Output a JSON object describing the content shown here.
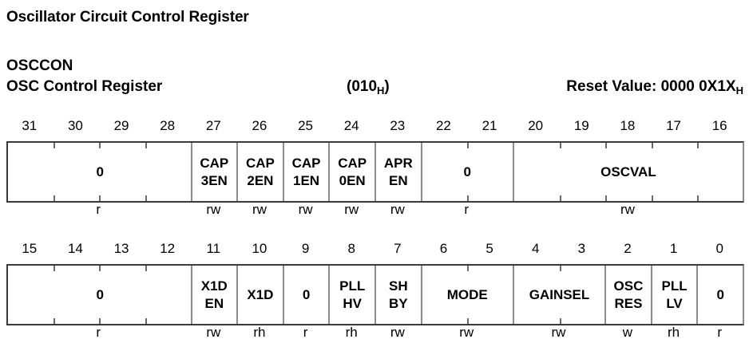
{
  "document": {
    "title": "Oscillator Circuit Control Register",
    "register_name": "OSCCON",
    "register_description": "OSC Control Register",
    "address_prefix": "(010",
    "address_subscript": "H",
    "address_suffix": ")",
    "reset_label": "Reset Value: 0000 0X1X",
    "reset_subscript": "H"
  },
  "upper_row": {
    "bits": [
      "31",
      "30",
      "29",
      "28",
      "27",
      "26",
      "25",
      "24",
      "23",
      "22",
      "21",
      "20",
      "19",
      "18",
      "17",
      "16"
    ],
    "fields": [
      {
        "msb": 31,
        "lsb": 28,
        "line1": "0",
        "line2": "",
        "access": "r"
      },
      {
        "msb": 27,
        "lsb": 27,
        "line1": "CAP",
        "line2": "3EN",
        "access": "rw"
      },
      {
        "msb": 26,
        "lsb": 26,
        "line1": "CAP",
        "line2": "2EN",
        "access": "rw"
      },
      {
        "msb": 25,
        "lsb": 25,
        "line1": "CAP",
        "line2": "1EN",
        "access": "rw"
      },
      {
        "msb": 24,
        "lsb": 24,
        "line1": "CAP",
        "line2": "0EN",
        "access": "rw"
      },
      {
        "msb": 23,
        "lsb": 23,
        "line1": "APR",
        "line2": "EN",
        "access": "rw"
      },
      {
        "msb": 22,
        "lsb": 21,
        "line1": "0",
        "line2": "",
        "access": "r"
      },
      {
        "msb": 20,
        "lsb": 16,
        "line1": "OSCVAL",
        "line2": "",
        "access": "rw"
      }
    ]
  },
  "lower_row": {
    "bits": [
      "15",
      "14",
      "13",
      "12",
      "11",
      "10",
      "9",
      "8",
      "7",
      "6",
      "5",
      "4",
      "3",
      "2",
      "1",
      "0"
    ],
    "fields": [
      {
        "msb": 15,
        "lsb": 12,
        "line1": "0",
        "line2": "",
        "access": "r"
      },
      {
        "msb": 11,
        "lsb": 11,
        "line1": "X1D",
        "line2": "EN",
        "access": "rw"
      },
      {
        "msb": 10,
        "lsb": 10,
        "line1": "X1D",
        "line2": "",
        "access": "rh"
      },
      {
        "msb": 9,
        "lsb": 9,
        "line1": "0",
        "line2": "",
        "access": "r"
      },
      {
        "msb": 8,
        "lsb": 8,
        "line1": "PLL",
        "line2": "HV",
        "access": "rh"
      },
      {
        "msb": 7,
        "lsb": 7,
        "line1": "SH",
        "line2": "BY",
        "access": "rw"
      },
      {
        "msb": 6,
        "lsb": 5,
        "line1": "MODE",
        "line2": "",
        "access": "rw"
      },
      {
        "msb": 4,
        "lsb": 3,
        "line1": "GAINSEL",
        "line2": "",
        "access": "rw"
      },
      {
        "msb": 2,
        "lsb": 2,
        "line1": "OSC",
        "line2": "RES",
        "access": "w"
      },
      {
        "msb": 1,
        "lsb": 1,
        "line1": "PLL",
        "line2": "LV",
        "access": "rh"
      },
      {
        "msb": 0,
        "lsb": 0,
        "line1": "0",
        "line2": "",
        "access": "r"
      }
    ]
  },
  "colors": {
    "text": "#000000",
    "outer_border": "#3a3a3a",
    "inner_divider": "#8c8c8c",
    "background": "#ffffff"
  }
}
